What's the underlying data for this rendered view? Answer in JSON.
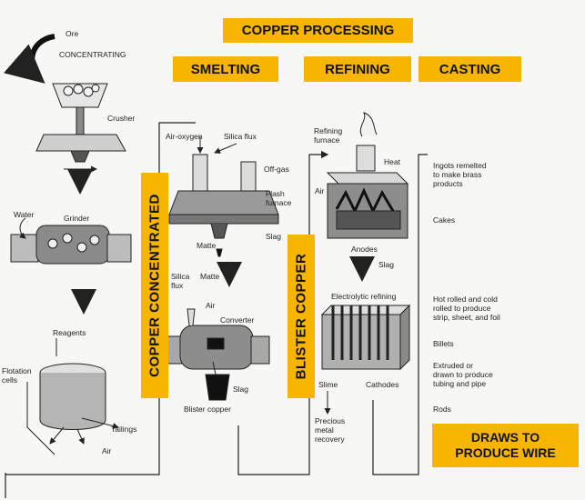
{
  "title": "COPPER PROCESSING",
  "stages": {
    "smelting": "SMELTING",
    "refining": "REFINING",
    "casting": "CASTING"
  },
  "side_banners": {
    "copper_concentrated": "COPPER CONCENTRATED",
    "blister_copper": "BLISTER COPPER"
  },
  "wire_banner": [
    "DRAWS TO",
    "PRODUCE WIRE"
  ],
  "labels": {
    "ore": "Ore",
    "concentrating": "CONCENTRATING",
    "crusher": "Crusher",
    "water": "Water",
    "grinder": "Grinder",
    "reagents": "Reagents",
    "flotation_cells": [
      "Flotation",
      "cells"
    ],
    "tailings": "Tailings",
    "air_flotation": "Air",
    "air_oxygen": "Air-oxygen",
    "silica_flux_top": "Silica flux",
    "off_gas": "Off-gas",
    "flash_furnace": [
      "Flash",
      "furnace"
    ],
    "slag_flash": "Slag",
    "matte_flash": "Matte",
    "silica_flux_conv": [
      "Silica",
      "flux"
    ],
    "matte_conv": "Matte",
    "air_conv": "Air",
    "converter": "Converter",
    "slag_conv": "Slag",
    "blister_copper_out": "Blister copper",
    "refining_furnace": [
      "Refining",
      "furnace"
    ],
    "heat": "Heat",
    "air_refining": "Air",
    "anodes": "Anodes",
    "slag_refining": "Slag",
    "electrolytic_refining": "Electrolytic refining",
    "slime": "Slime",
    "cathodes": "Cathodes",
    "precious_metal_recovery": [
      "Precious",
      "metal",
      "recovery"
    ]
  },
  "casting_products": [
    [
      "Ingots remelted",
      "to make brass",
      "products"
    ],
    [
      "Cakes"
    ],
    [
      "Hot rolled and cold",
      "rolled to produce",
      "strip, sheet, and foil"
    ],
    [
      "Billets"
    ],
    [
      "Extruded or",
      "drawn to produce",
      "tubing and pipe"
    ],
    [
      "Rods"
    ]
  ],
  "colors": {
    "banner": "#f7b500",
    "line": "#222222",
    "background": "#f7f7f5"
  }
}
